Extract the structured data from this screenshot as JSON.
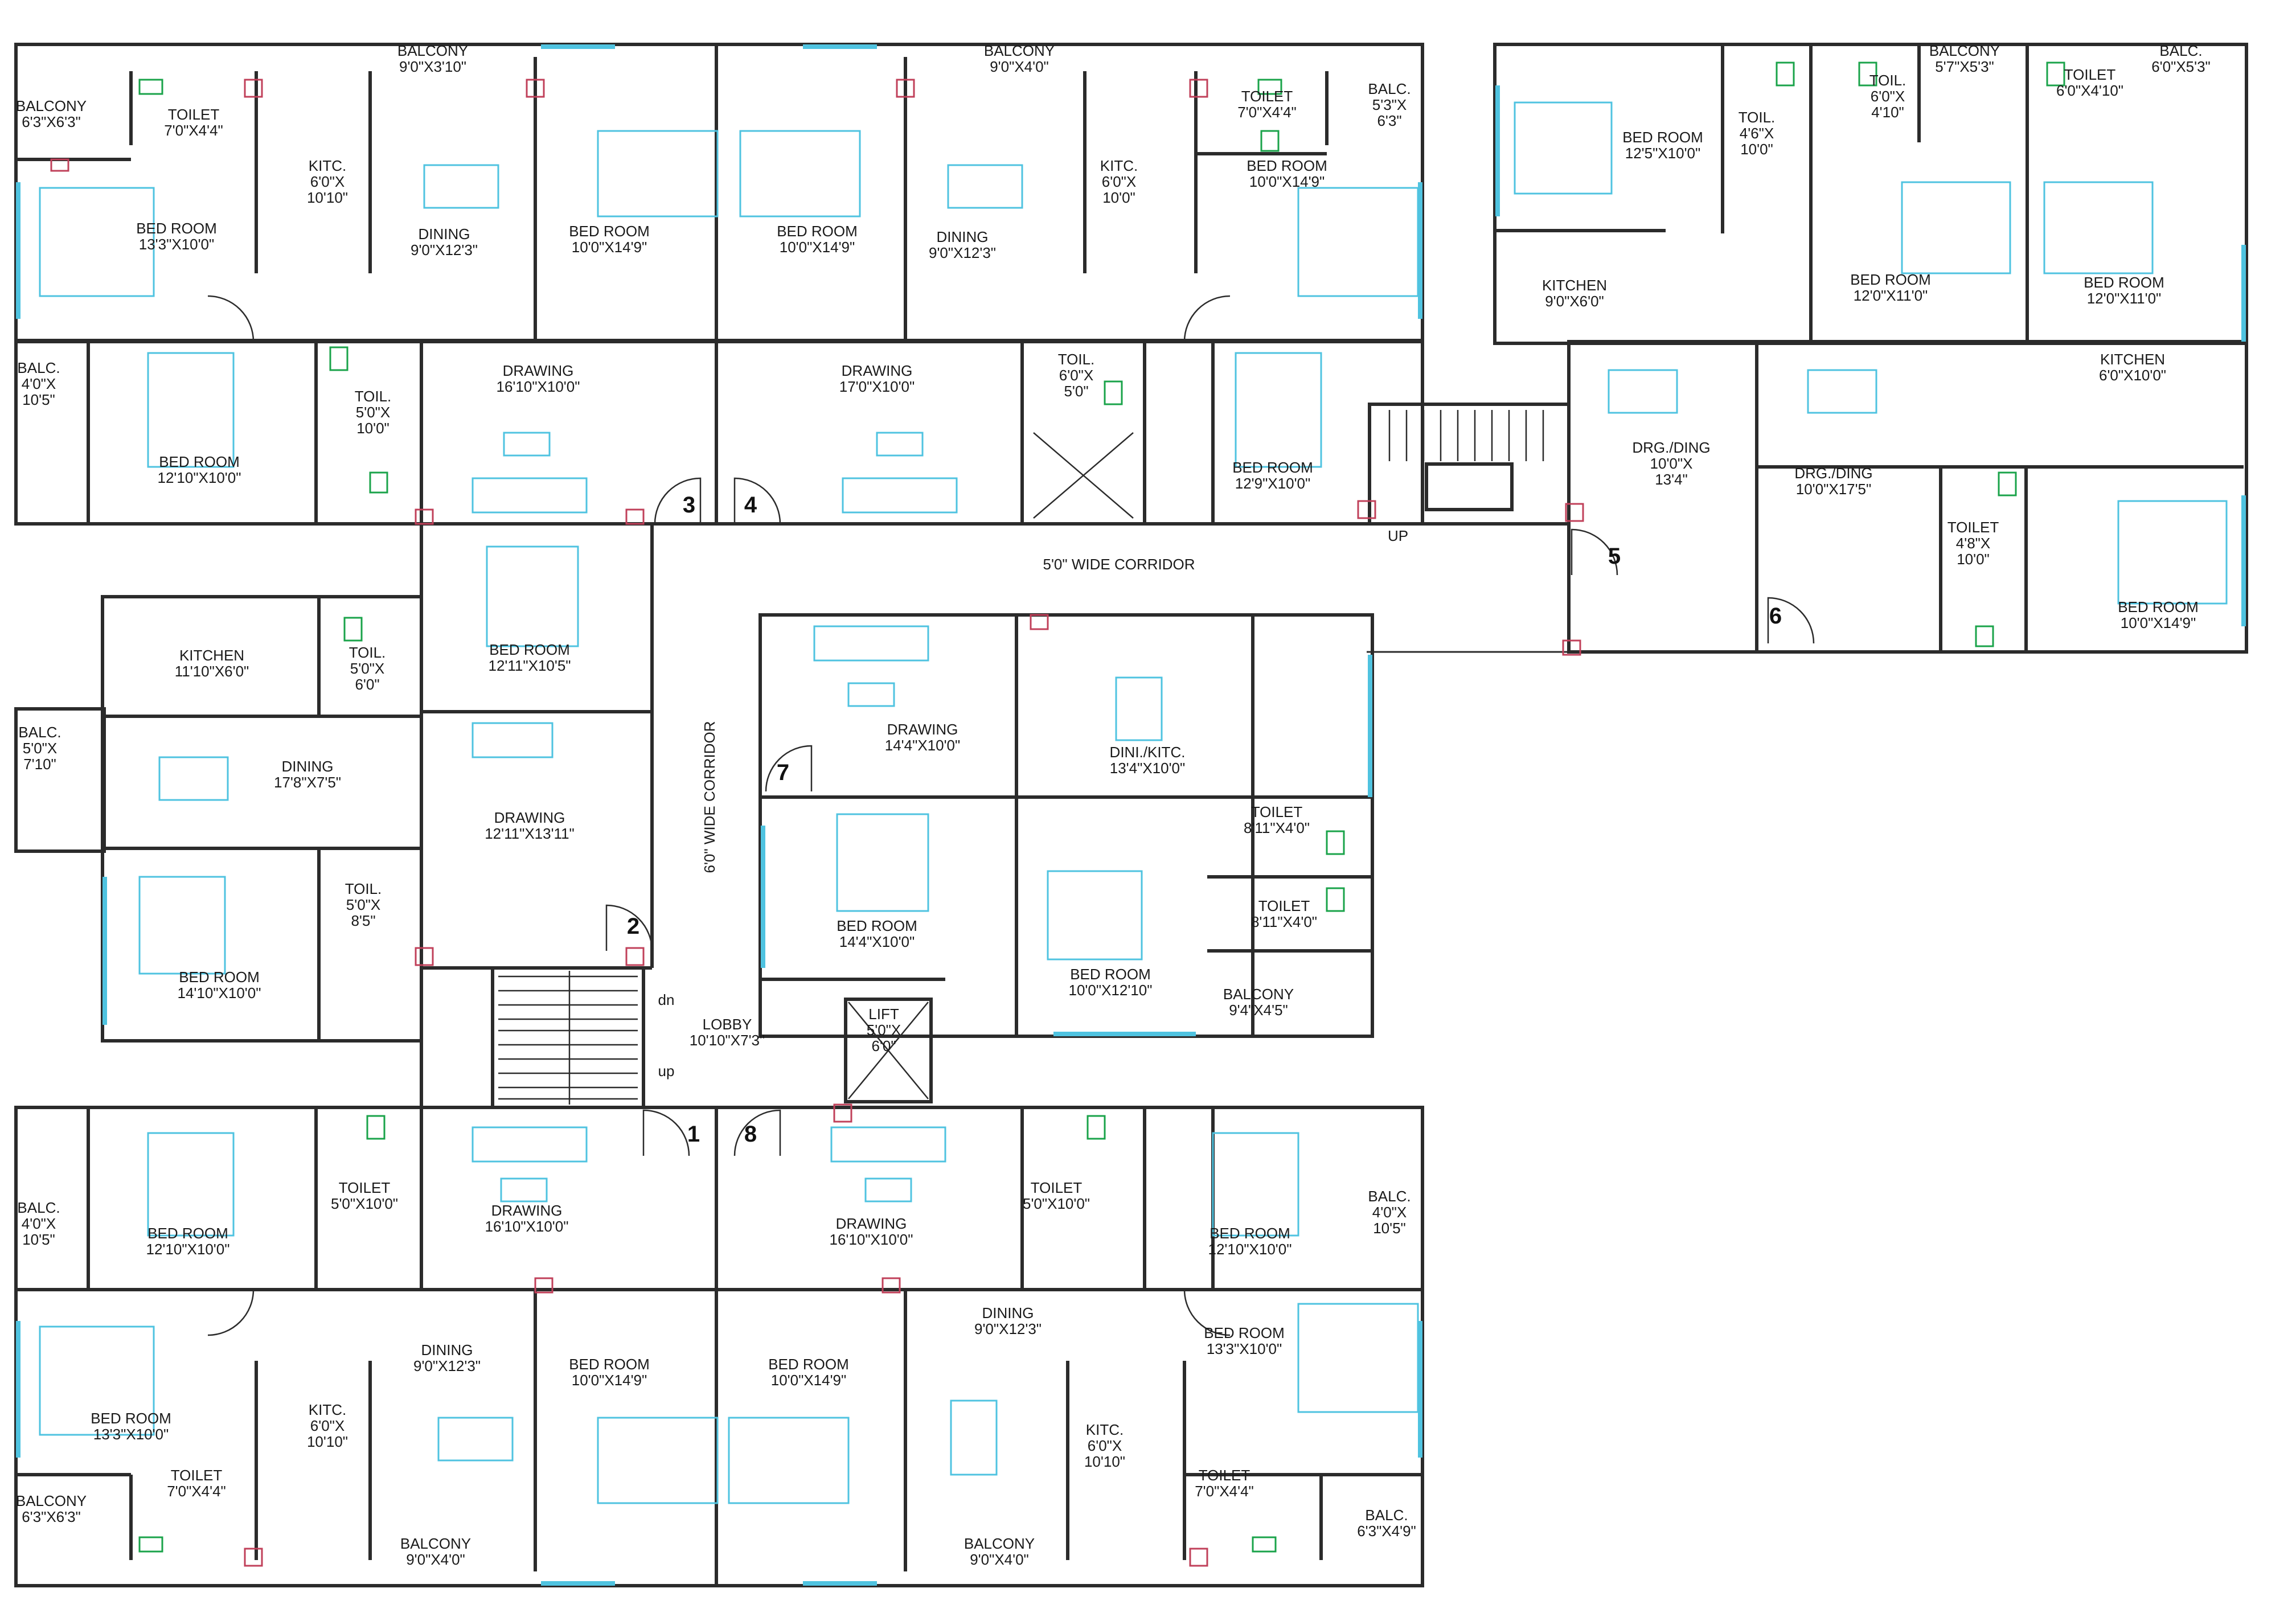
{
  "colors": {
    "wall": "#2b2b2b",
    "window": "#4fc3e0",
    "furniture": "#4fc3e0",
    "sanitary": "#1aa34a",
    "column": "#c0405a"
  },
  "rooms": [
    {
      "id": "r1",
      "lines": [
        "BALCONY",
        "6'3\"X6'3\""
      ]
    },
    {
      "id": "r2",
      "lines": [
        "TOILET",
        "7'0\"X4'4\""
      ]
    },
    {
      "id": "r3",
      "lines": [
        "KITC.",
        "6'0\"X",
        "10'10\""
      ]
    },
    {
      "id": "r4",
      "lines": [
        "BALCONY",
        "9'0\"X3'10\""
      ]
    },
    {
      "id": "r5",
      "lines": [
        "DINING",
        "9'0\"X12'3\""
      ]
    },
    {
      "id": "r6",
      "lines": [
        "BED ROOM",
        "13'3\"X10'0\""
      ]
    },
    {
      "id": "r7",
      "lines": [
        "BED ROOM",
        "10'0\"X14'9\""
      ]
    },
    {
      "id": "r8",
      "lines": [
        "BED ROOM",
        "10'0\"X14'9\""
      ]
    },
    {
      "id": "r9",
      "lines": [
        "BALCONY",
        "9'0\"X4'0\""
      ]
    },
    {
      "id": "r10",
      "lines": [
        "DINING",
        "9'0\"X12'3\""
      ]
    },
    {
      "id": "r11",
      "lines": [
        "KITC.",
        "6'0\"X",
        "10'0\""
      ]
    },
    {
      "id": "r12",
      "lines": [
        "TOILET",
        "7'0\"X4'4\""
      ]
    },
    {
      "id": "r13",
      "lines": [
        "BALC.",
        "5'3\"X",
        "6'3\""
      ]
    },
    {
      "id": "r14",
      "lines": [
        "BED ROOM",
        "10'0\"X14'9\""
      ]
    },
    {
      "id": "r15",
      "lines": [
        "BALC.",
        "4'0\"X",
        "10'5\""
      ]
    },
    {
      "id": "r16",
      "lines": [
        "BED ROOM",
        "12'10\"X10'0\""
      ]
    },
    {
      "id": "r17",
      "lines": [
        "TOIL.",
        "5'0\"X",
        "10'0\""
      ]
    },
    {
      "id": "r18",
      "lines": [
        "DRAWING",
        "16'10\"X10'0\""
      ]
    },
    {
      "id": "r19",
      "lines": [
        "DRAWING",
        "17'0\"X10'0\""
      ]
    },
    {
      "id": "r20",
      "lines": [
        "TOIL.",
        "6'0\"X",
        "5'0\""
      ]
    },
    {
      "id": "r21",
      "lines": [
        "BED ROOM",
        "12'9\"X10'0\""
      ]
    },
    {
      "id": "r22",
      "lines": [
        "BED ROOM",
        "12'5\"X10'0\""
      ]
    },
    {
      "id": "r23",
      "lines": [
        "TOIL.",
        "4'6\"X",
        "10'0\""
      ]
    },
    {
      "id": "r24",
      "lines": [
        "TOIL.",
        "6'0\"X",
        "4'10\""
      ]
    },
    {
      "id": "r25",
      "lines": [
        "BALCONY",
        "5'7\"X5'3\""
      ]
    },
    {
      "id": "r26",
      "lines": [
        "TOILET",
        "6'0\"X4'10\""
      ]
    },
    {
      "id": "r27",
      "lines": [
        "BALC.",
        "6'0\"X5'3\""
      ]
    },
    {
      "id": "r28",
      "lines": [
        "KITCHEN",
        "9'0\"X6'0\""
      ]
    },
    {
      "id": "r29",
      "lines": [
        "BED ROOM",
        "12'0\"X11'0\""
      ]
    },
    {
      "id": "r30",
      "lines": [
        "BED ROOM",
        "12'0\"X11'0\""
      ]
    },
    {
      "id": "r31",
      "lines": [
        "KITCHEN",
        "6'0\"X10'0\""
      ]
    },
    {
      "id": "r32",
      "lines": [
        "DRG./DING",
        "10'0\"X",
        "13'4\""
      ]
    },
    {
      "id": "r33",
      "lines": [
        "DRG./DING",
        "10'0\"X17'5\""
      ]
    },
    {
      "id": "r34",
      "lines": [
        "TOILET",
        "4'8\"X",
        "10'0\""
      ]
    },
    {
      "id": "r35",
      "lines": [
        "BED ROOM",
        "10'0\"X14'9\""
      ]
    },
    {
      "id": "r36",
      "lines": [
        "KITCHEN",
        "11'10\"X6'0\""
      ]
    },
    {
      "id": "r37",
      "lines": [
        "TOIL.",
        "5'0\"X",
        "6'0\""
      ]
    },
    {
      "id": "r38",
      "lines": [
        "BED ROOM",
        "12'11\"X10'5\""
      ]
    },
    {
      "id": "r39",
      "lines": [
        "BALC.",
        "5'0\"X",
        "7'10\""
      ]
    },
    {
      "id": "r40",
      "lines": [
        "DINING",
        "17'8\"X7'5\""
      ]
    },
    {
      "id": "r41",
      "lines": [
        "DRAWING",
        "12'11\"X13'11\""
      ]
    },
    {
      "id": "r42",
      "lines": [
        "TOIL.",
        "5'0\"X",
        "8'5\""
      ]
    },
    {
      "id": "r43",
      "lines": [
        "BED ROOM",
        "14'10\"X10'0\""
      ]
    },
    {
      "id": "r44",
      "lines": [
        "DRAWING",
        "14'4\"X10'0\""
      ]
    },
    {
      "id": "r45",
      "lines": [
        "DINI./KITC.",
        "13'4\"X10'0\""
      ]
    },
    {
      "id": "r46",
      "lines": [
        "TOILET",
        "8'11\"X4'0\""
      ]
    },
    {
      "id": "r47",
      "lines": [
        "TOILET",
        "8'11\"X4'0\""
      ]
    },
    {
      "id": "r48",
      "lines": [
        "BED ROOM",
        "14'4\"X10'0\""
      ]
    },
    {
      "id": "r49",
      "lines": [
        "BED ROOM",
        "10'0\"X12'10\""
      ]
    },
    {
      "id": "r50",
      "lines": [
        "BALCONY",
        "9'4\"X4'5\""
      ]
    },
    {
      "id": "r51",
      "lines": [
        "LIFT",
        "5'0\"X",
        "6'0\""
      ]
    },
    {
      "id": "r52",
      "lines": [
        "LOBBY",
        "10'10\"X7'3\""
      ]
    },
    {
      "id": "r53",
      "lines": [
        "BALC.",
        "4'0\"X",
        "10'5\""
      ]
    },
    {
      "id": "r54",
      "lines": [
        "BED ROOM",
        "12'10\"X10'0\""
      ]
    },
    {
      "id": "r55",
      "lines": [
        "TOILET",
        "5'0\"X10'0\""
      ]
    },
    {
      "id": "r56",
      "lines": [
        "DRAWING",
        "16'10\"X10'0\""
      ]
    },
    {
      "id": "r57",
      "lines": [
        "DRAWING",
        "16'10\"X10'0\""
      ]
    },
    {
      "id": "r58",
      "lines": [
        "TOILET",
        "5'0\"X10'0\""
      ]
    },
    {
      "id": "r59",
      "lines": [
        "BED ROOM",
        "12'10\"X10'0\""
      ]
    },
    {
      "id": "r60",
      "lines": [
        "BALC.",
        "4'0\"X",
        "10'5\""
      ]
    },
    {
      "id": "r61",
      "lines": [
        "BED ROOM",
        "13'3\"X10'0\""
      ]
    },
    {
      "id": "r62",
      "lines": [
        "DINING",
        "9'0\"X12'3\""
      ]
    },
    {
      "id": "r63",
      "lines": [
        "BED ROOM",
        "10'0\"X14'9\""
      ]
    },
    {
      "id": "r64",
      "lines": [
        "BED ROOM",
        "10'0\"X14'9\""
      ]
    },
    {
      "id": "r65",
      "lines": [
        "DINING",
        "9'0\"X12'3\""
      ]
    },
    {
      "id": "r66",
      "lines": [
        "BED ROOM",
        "13'3\"X10'0\""
      ]
    },
    {
      "id": "r67",
      "lines": [
        "KITC.",
        "6'0\"X",
        "10'10\""
      ]
    },
    {
      "id": "r68",
      "lines": [
        "KITC.",
        "6'0\"X",
        "10'10\""
      ]
    },
    {
      "id": "r69",
      "lines": [
        "BALCONY",
        "6'3\"X6'3\""
      ]
    },
    {
      "id": "r70",
      "lines": [
        "TOILET",
        "7'0\"X4'4\""
      ]
    },
    {
      "id": "r71",
      "lines": [
        "BALCONY",
        "9'0\"X4'0\""
      ]
    },
    {
      "id": "r72",
      "lines": [
        "BALCONY",
        "9'0\"X4'0\""
      ]
    },
    {
      "id": "r73",
      "lines": [
        "TOILET",
        "7'0\"X4'4\""
      ]
    },
    {
      "id": "r74",
      "lines": [
        "BALC.",
        "6'3\"X4'9\""
      ]
    }
  ],
  "annotations": {
    "corridor_top": "5'0\" WIDE CORRIDOR",
    "corridor_mid": "6'0\" WIDE CORRIDOR",
    "up_main": "UP",
    "stair_dn": "dn",
    "stair_up": "up"
  },
  "unit_numbers": [
    "1",
    "2",
    "3",
    "4",
    "5",
    "6",
    "7",
    "8"
  ]
}
